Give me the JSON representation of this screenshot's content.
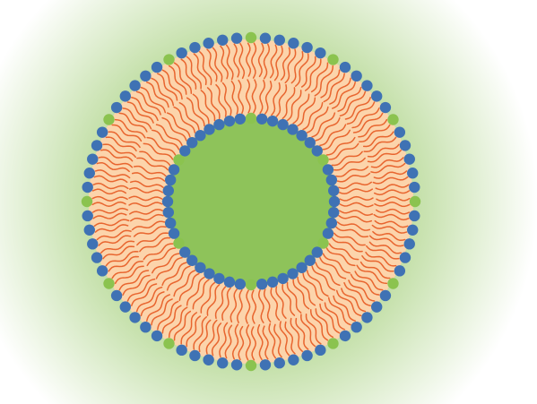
{
  "diagram": {
    "kind": "liposome-cross-section",
    "colors": {
      "halo": "#8ec35a",
      "bilayer_fill": "#fcd4ab",
      "lipid_tail": "#e8652f",
      "head_blue": "#3f72b4",
      "head_green": "#8bc34f",
      "core": "#8ec35a"
    },
    "outer_leaflet": {
      "head_count": 72,
      "green_head_positions": [
        0,
        6,
        12,
        18,
        24,
        30,
        36,
        42,
        48,
        54,
        60,
        66
      ]
    },
    "inner_leaflet": {
      "head_count": 48,
      "green_head_positions": [
        0,
        8,
        16,
        24,
        32,
        40
      ]
    }
  }
}
